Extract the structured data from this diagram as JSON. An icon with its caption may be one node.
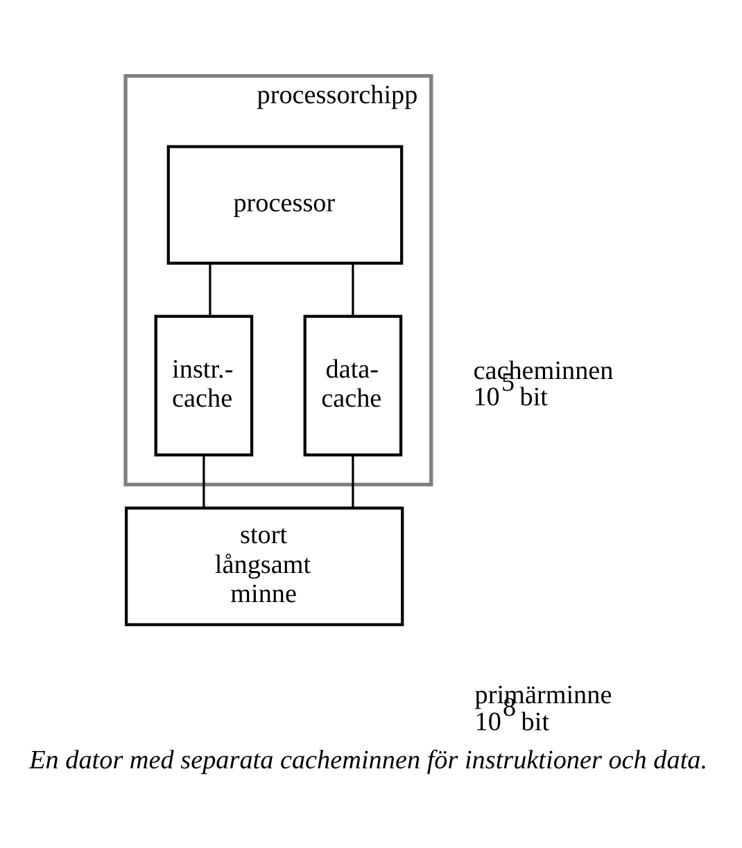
{
  "diagram": {
    "caption": "En dator med separata cacheminnen för instruktioner och data.",
    "nodes": [
      {
        "text": [
          "processorchipp"
        ]
      },
      {
        "text": [
          "processor"
        ],
        "in": 0
      },
      {
        "text": [
          "instr.- cache"
        ],
        "in": 0
      },
      {
        "text": [
          "data- cache"
        ],
        "in": 0
      },
      {
        "text": [
          "stort långsamt minne"
        ]
      }
    ],
    "edges": [
      {
        "from": 1,
        "to": 2,
        "arrow": "none"
      },
      {
        "from": 1,
        "to": 3,
        "arrow": "none"
      },
      {
        "from": 2,
        "to": 4,
        "arrow": "none"
      },
      {
        "from": 3,
        "to": 4,
        "arrow": "none"
      }
    ],
    "labels": [
      "cacheminnen 10$^{5}$ bit",
      "primärminne 10$^{8}$ bit"
    ]
  }
}
